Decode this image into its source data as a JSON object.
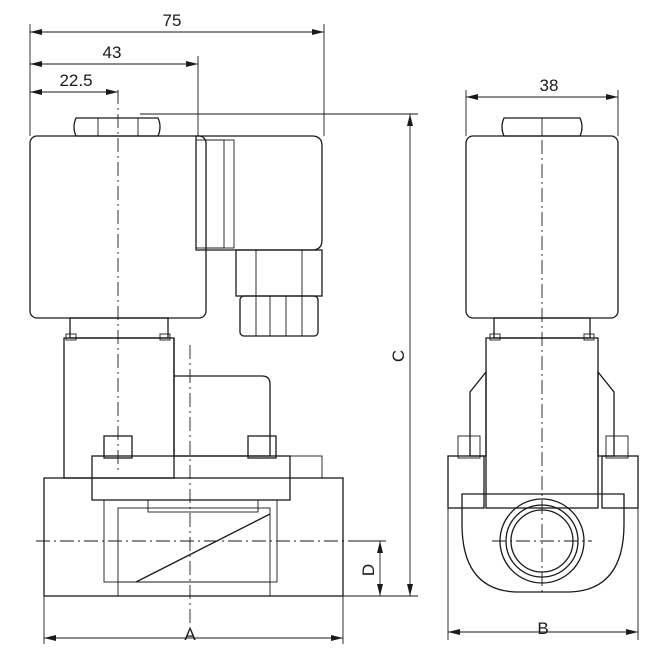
{
  "dimensions": {
    "overall_width": "75",
    "coil_width": "43",
    "axis_offset": "22.5",
    "side_width": "38",
    "label_a": "A",
    "label_b": "B",
    "label_c": "C",
    "label_d": "D"
  },
  "colors": {
    "fill_main": "#d2d2d2",
    "fill_dark": "#b4b4b4",
    "fill_light": "#e6e6e6",
    "stroke": "#1a1a1a"
  }
}
